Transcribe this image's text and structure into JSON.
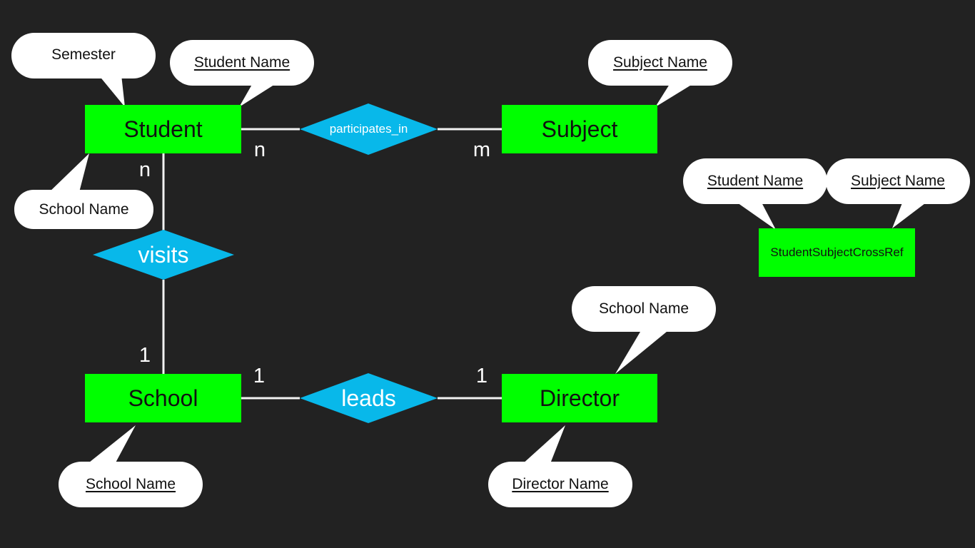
{
  "colors": {
    "background": "#222222",
    "entity_fill": "#00ff00",
    "relationship_fill": "#08b8ea",
    "attribute_fill": "#ffffff",
    "line": "#f2f2f2"
  },
  "entities": {
    "student": "Student",
    "subject": "Subject",
    "school": "School",
    "director": "Director",
    "cross_ref": "StudentSubjectCrossRef"
  },
  "relationships": {
    "participates_in": "participates_in",
    "visits": "visits",
    "leads": "leads"
  },
  "attributes": {
    "student_semester": "Semester",
    "student_name": "Student Name",
    "student_school_name": "School Name",
    "subject_name": "Subject Name",
    "crossref_student_name": "Student Name",
    "crossref_subject_name": "Subject Name",
    "director_school_name": "School Name",
    "school_name": "School Name",
    "director_name": "Director Name"
  },
  "cardinalities": {
    "student_participates": "n",
    "subject_participates": "m",
    "student_visits": "n",
    "school_visits": "1",
    "school_leads": "1",
    "director_leads": "1"
  }
}
